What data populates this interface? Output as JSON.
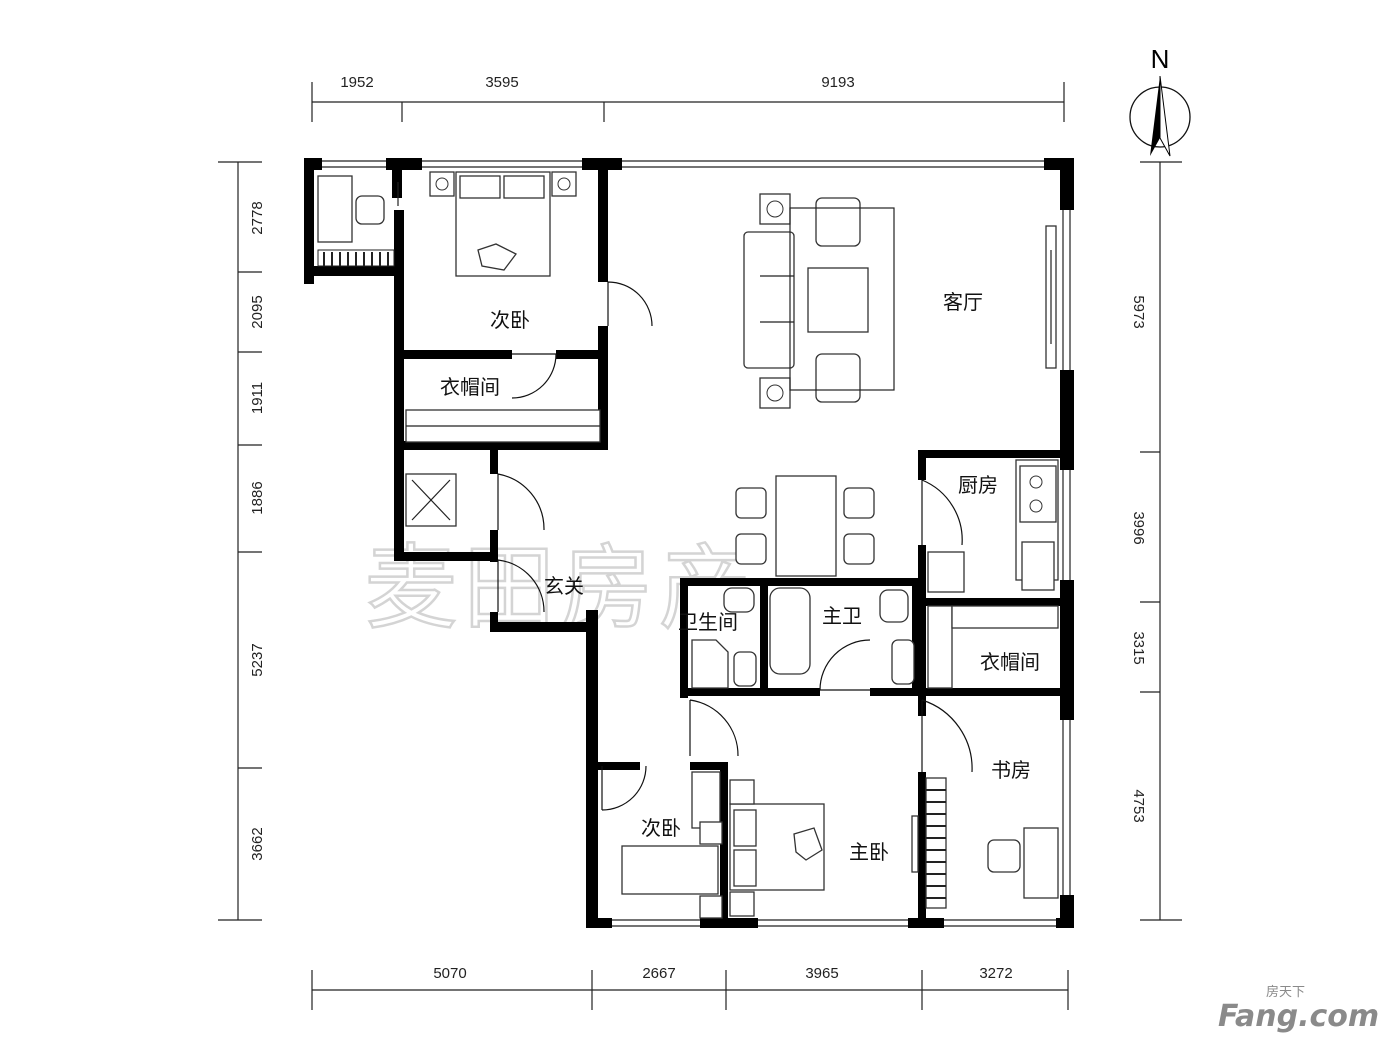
{
  "compass": {
    "label": "N"
  },
  "dims": {
    "top": [
      "1952",
      "3595",
      "9193"
    ],
    "bottom": [
      "5070",
      "2667",
      "3965",
      "3272"
    ],
    "left": [
      "2778",
      "2095",
      "1911",
      "1886",
      "5237",
      "3662"
    ],
    "right": [
      "5973",
      "3996",
      "3315",
      "4753"
    ]
  },
  "rooms": {
    "bedroom2": "次卧",
    "living": "客厅",
    "closet1": "衣帽间",
    "kitchen": "厨房",
    "foyer": "玄关",
    "bath_guest": "卫生间",
    "bath_master": "主卫",
    "closet2": "衣帽间",
    "study": "书房",
    "bedroom3": "次卧",
    "master": "主卧"
  },
  "watermark": "麦田房产",
  "logo": {
    "cn": "房天下",
    "en": "Fang.com"
  }
}
